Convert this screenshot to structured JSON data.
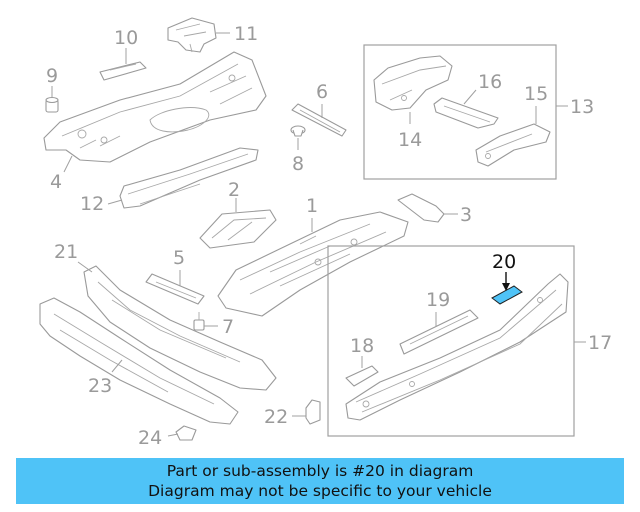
{
  "diagram": {
    "callouts": [
      "1",
      "2",
      "3",
      "4",
      "5",
      "6",
      "7",
      "8",
      "9",
      "10",
      "11",
      "12",
      "13",
      "14",
      "15",
      "16",
      "17",
      "18",
      "19",
      "20",
      "21",
      "22",
      "23",
      "24"
    ],
    "highlighted": "20",
    "highlight_color": "#4fc3f7"
  },
  "banner": {
    "line1": "Part or sub-assembly is #20 in diagram",
    "line2": "Diagram may not be specific to your vehicle",
    "background": "#4fc3f7"
  }
}
